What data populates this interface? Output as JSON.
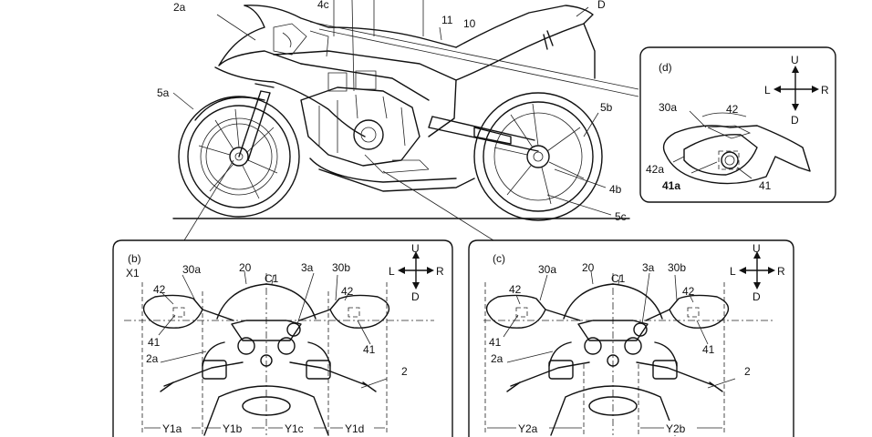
{
  "main_view": {
    "labels": {
      "l2a": "2a",
      "l4c": "4c",
      "l11": "11",
      "l10": "10",
      "lD": "D",
      "l5a": "5a",
      "l5b": "5b",
      "l4b": "4b",
      "l5c": "5c"
    }
  },
  "panel_b": {
    "title": "(b)",
    "labels": {
      "x1": "X1",
      "l30a": "30a",
      "l20": "20",
      "lC1": "C1",
      "l3a": "3a",
      "l30b": "30b",
      "l42l": "42",
      "l42r": "42",
      "l41l": "41",
      "l41r": "41",
      "l2a": "2a",
      "l2": "2"
    },
    "dims": [
      "Y1a",
      "Y1b",
      "Y1c",
      "Y1d"
    ]
  },
  "panel_c": {
    "title": "(c)",
    "labels": {
      "l30a": "30a",
      "l20": "20",
      "lC1": "C1",
      "l3a": "3a",
      "l30b": "30b",
      "l42l": "42",
      "l42r": "42",
      "l41l": "41",
      "l41r": "41",
      "l2a": "2a",
      "l2": "2"
    },
    "dims": [
      "Y2a",
      "Y2b"
    ]
  },
  "panel_d": {
    "title": "(d)",
    "labels": {
      "l30a": "30a",
      "l42": "42",
      "l42a": "42a",
      "l41a": "41a",
      "l41": "41"
    }
  },
  "compass": {
    "up": "U",
    "down": "D",
    "left": "L",
    "right": "R"
  }
}
